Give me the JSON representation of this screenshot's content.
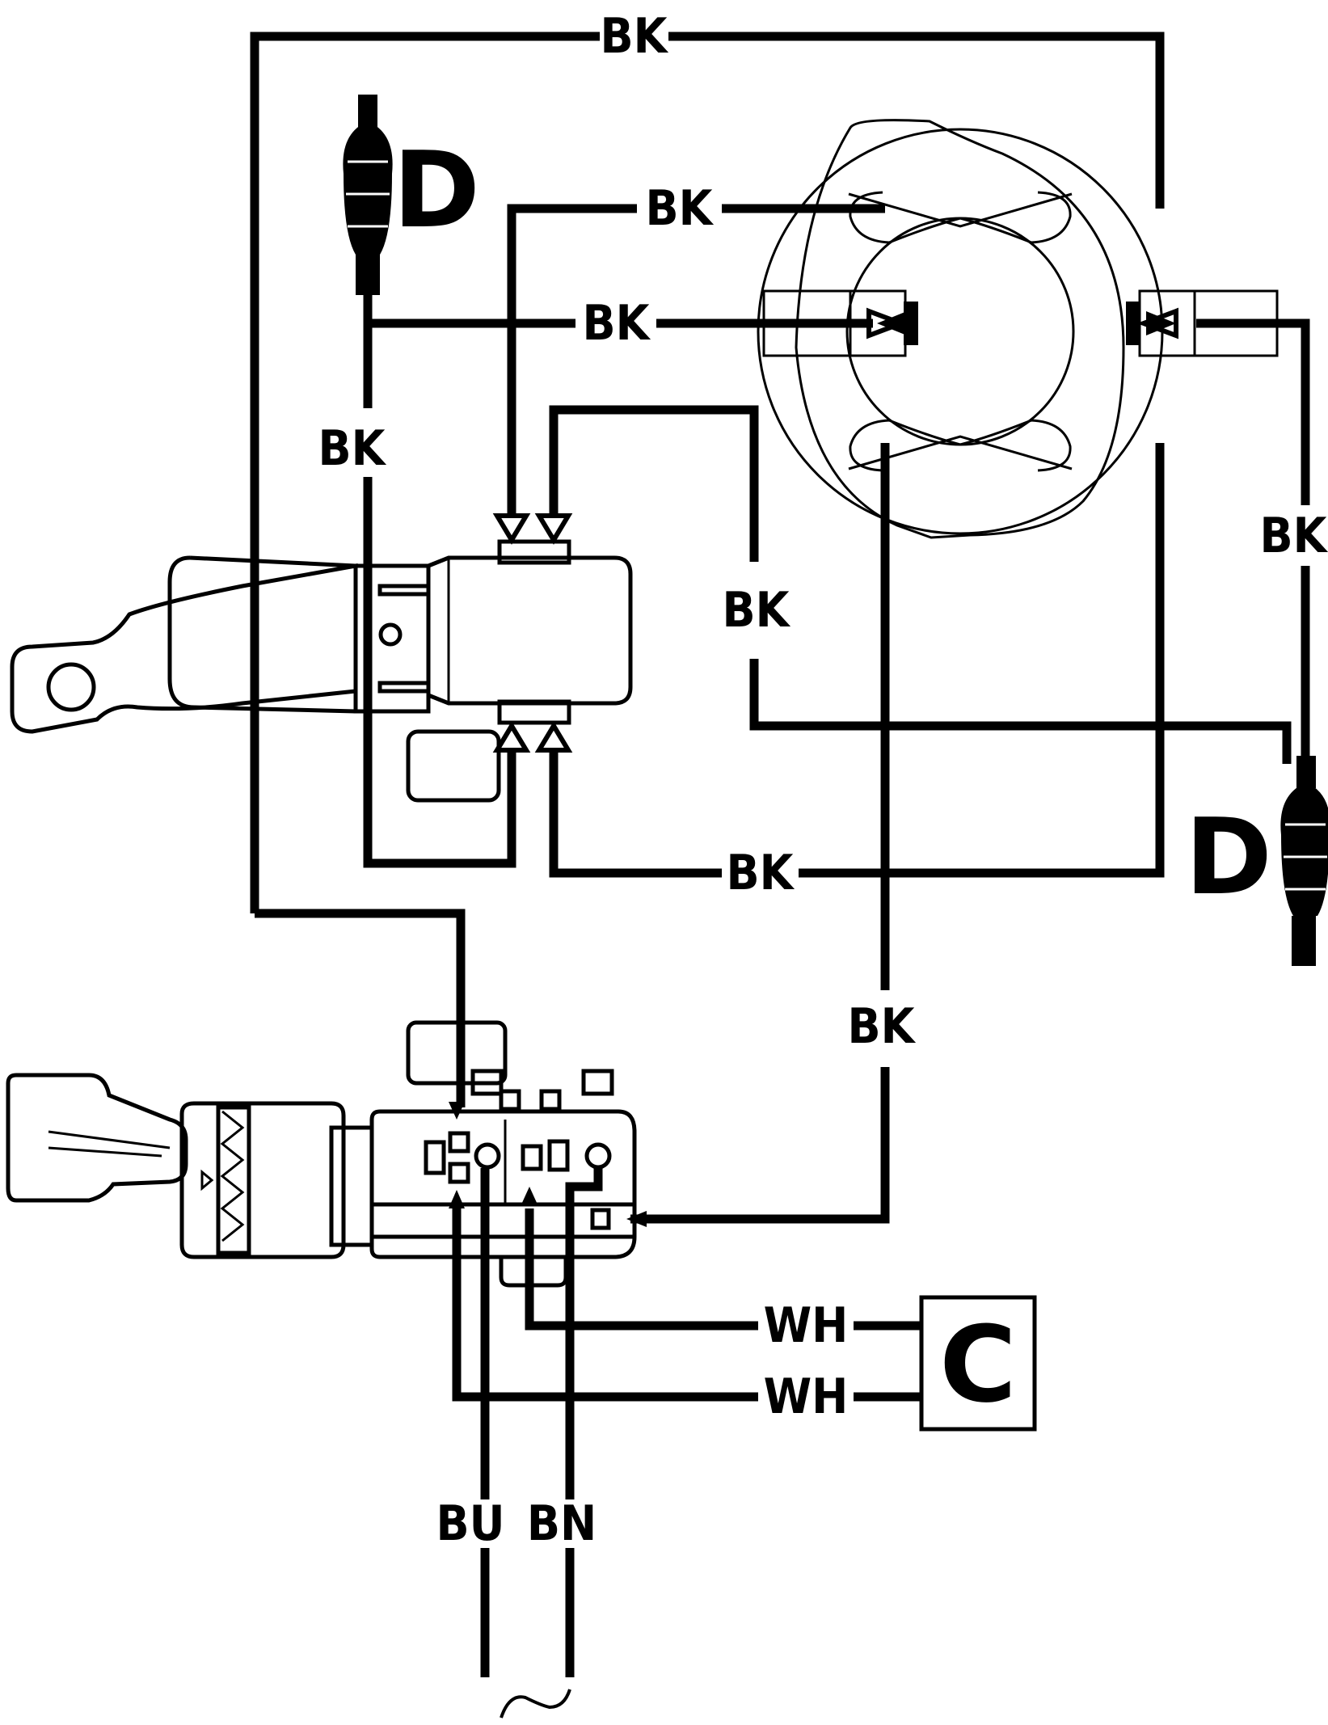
{
  "wire_labels": {
    "top": "BK",
    "upper_mid": "BK",
    "plug_d": "BK",
    "left_vertical": "BK",
    "right_vertical": "BK",
    "center_vertical": "BK",
    "lower_mid": "BK",
    "lower_right": "BK",
    "wh_upper": "WH",
    "wh_lower": "WH",
    "bu": "BU",
    "bn": "BN"
  },
  "components": {
    "thermal_protector_top": "D",
    "thermal_protector_right": "D",
    "capacitor": "C"
  },
  "supply_symbol": "~",
  "colors": {
    "wire": "#000000",
    "background": "#ffffff"
  }
}
